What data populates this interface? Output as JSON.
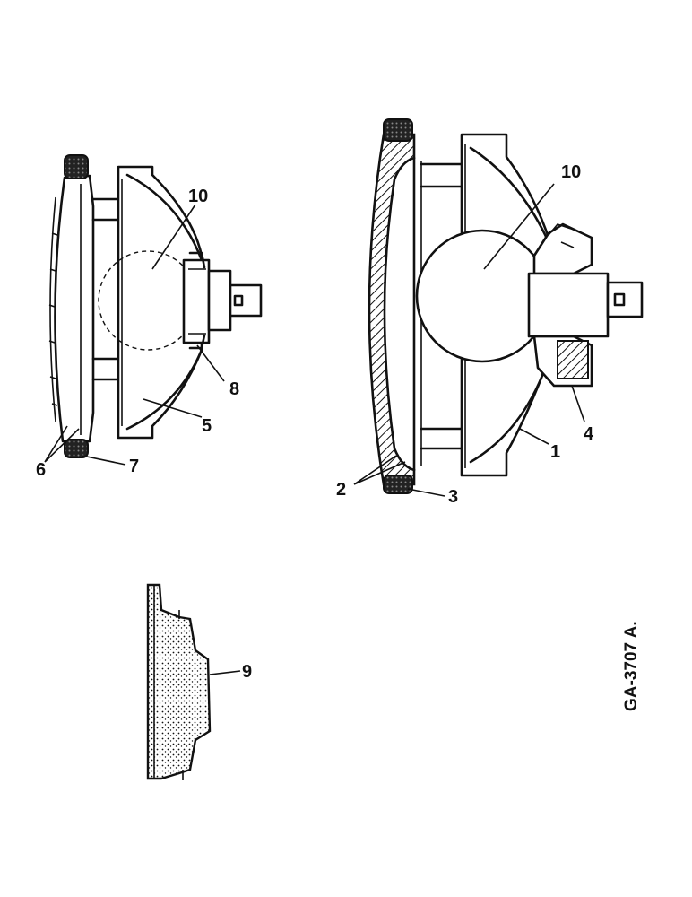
{
  "figure_code": "GA-3707 A.",
  "left_assembly": {
    "labels": [
      "10",
      "8",
      "5",
      "6",
      "7"
    ]
  },
  "right_assembly": {
    "labels": [
      "10",
      "1",
      "4",
      "2",
      "3"
    ]
  },
  "gasket": {
    "labels": [
      "9"
    ]
  },
  "colors": {
    "ink": "#111111",
    "background": "#ffffff"
  }
}
